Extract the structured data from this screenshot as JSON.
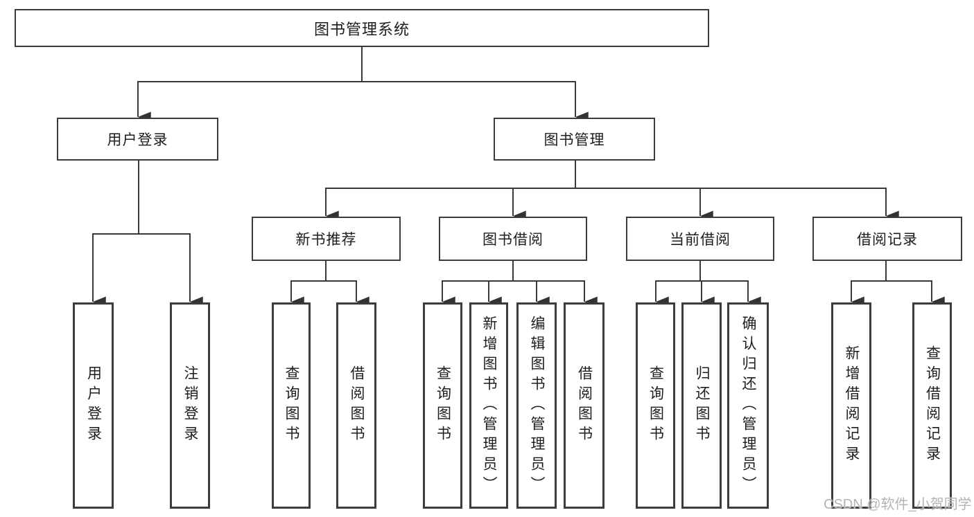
{
  "colors": {
    "line": "#383838",
    "border": "#3b3b3b",
    "text": "#1d1d1d",
    "watermark": "#b4b4b4",
    "background": "#ffffff"
  },
  "watermark": {
    "text": "CSDN @软件_小贺同学"
  },
  "diagram": {
    "root": {
      "label": "图书管理系统"
    },
    "login": {
      "label": "用户登录",
      "children": [
        {
          "label": "用户登录"
        },
        {
          "label": "注销登录"
        }
      ]
    },
    "management": {
      "label": "图书管理",
      "sections": [
        {
          "label": "新书推荐",
          "children": [
            {
              "label": "查询图书"
            },
            {
              "label": "借阅图书"
            }
          ]
        },
        {
          "label": "图书借阅",
          "children": [
            {
              "label": "查询图书"
            },
            {
              "label": "新增图书（管理员）"
            },
            {
              "label": "编辑图书（管理员）"
            },
            {
              "label": "借阅图书"
            }
          ]
        },
        {
          "label": "当前借阅",
          "children": [
            {
              "label": "查询图书"
            },
            {
              "label": "归还图书"
            },
            {
              "label": "确认归还（管理员）"
            }
          ]
        },
        {
          "label": "借阅记录",
          "children": [
            {
              "label": "新增借阅记录"
            },
            {
              "label": "查询借阅记录"
            }
          ]
        }
      ]
    }
  }
}
